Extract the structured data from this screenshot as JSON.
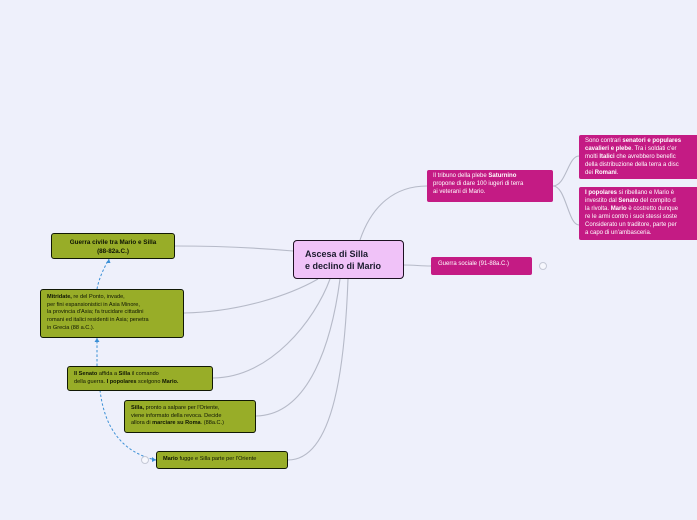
{
  "central": {
    "line1": "Ascesa di Silla",
    "line2": "e declino di Mario"
  },
  "left_nodes": {
    "guerra_civile": {
      "line1": "Guerra civile tra Mario e Silla",
      "line2": "(88-82a.C.)"
    },
    "mitridate": {
      "bold": "Mitridate,",
      "l1": " re del Ponto, invade,",
      "l2": "per fini espansionistici in Asia Minore,",
      "l3": "la provincia d'Asia; fa trucidare cittadini",
      "l4": "romani ed italici residenti in Asia; penetra",
      "l5": "in Grecia (88 a.C.)."
    },
    "senato": {
      "b1": "Il Senato",
      "t1": " affida a ",
      "b2": "Silla",
      "t2": " il comando",
      "t3": "della guerra. ",
      "b3": "I popolares",
      "t4": " scelgono ",
      "b4": "Mario."
    },
    "silla": {
      "b1": "Silla,",
      "t1": " pronto a salpare per l'Oriente,",
      "t2": "viene informato della revoca. Decide",
      "t3": "allora di ",
      "b2": "marciare su Roma",
      "t4": ". (88a.C.)"
    },
    "mario": {
      "b1": "Mario",
      "t1": " fugge e Silla parte per l'Oriente"
    }
  },
  "right_nodes": {
    "saturnino": {
      "t1": "Il tribuno della plebe ",
      "b1": "Saturnino",
      "t2": "propone di dare 100 iugeri di terra",
      "t3": "ai veterani di Mario."
    },
    "guerra_sociale": {
      "label": "Guerra sociale (91-88a.C.)"
    },
    "contrari": {
      "t1": "Sono contrari ",
      "b1": "senatori",
      "t2": " e ",
      "b2": "populares",
      "b3": "cavalieri",
      "t3": " e ",
      "b4": "plebe",
      "t4": ". Tra i soldati c'er",
      "t5": "molti ",
      "b5": "Italici",
      "t6": " che avrebbero benefic",
      "t7": "della distribuzione della terra a disc",
      "t8": "dei ",
      "b6": "Romani",
      "t9": "."
    },
    "popolares": {
      "b1": "I popolares",
      "t1": " si ribellano e Mario è",
      "t2": "investito dal ",
      "b2": "Senato",
      "t3": " del compito d",
      "t4": "la rivolta. ",
      "b3": "Mario",
      "t5": " è costretto dunque",
      "t6": "re le armi contro i suoi stessi soste",
      "t7": "Considerato un traditore, parte per",
      "t8": "a capo di un'ambasceria."
    }
  },
  "colors": {
    "background": "#eef0fb",
    "central_fill": "#f0c2f8",
    "green_fill": "#98ad28",
    "pink_fill": "#c41b84",
    "link_line": "#b6bac8",
    "dashed_link": "#3b8fd6"
  }
}
